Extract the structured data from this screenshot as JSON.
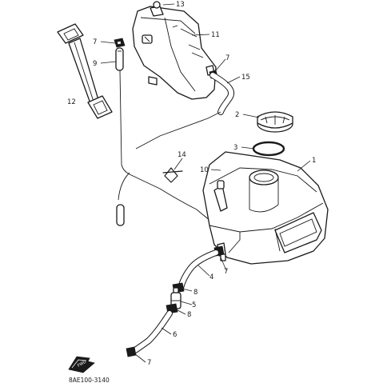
{
  "diagram_code": "8AE100-3140",
  "arrow_label": "FWD",
  "callouts": {
    "c1": "1",
    "c2": "2",
    "c3": "3",
    "c4": "4",
    "c5": "5",
    "c6": "6",
    "c7a": "7",
    "c7b": "7",
    "c7c": "7",
    "c7d": "7",
    "c8a": "8",
    "c8b": "8",
    "c9": "9",
    "c10": "10",
    "c11": "11",
    "c12": "12",
    "c13": "13",
    "c14": "14",
    "c15": "15"
  }
}
